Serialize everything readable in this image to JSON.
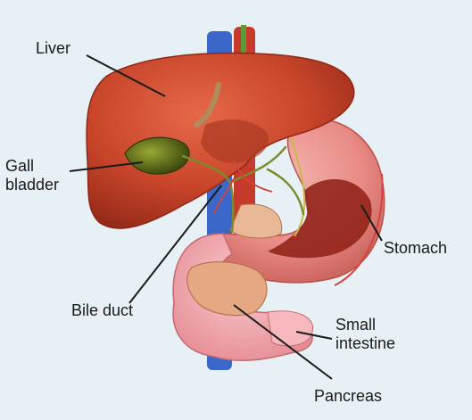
{
  "labels": {
    "liver": "Liver",
    "gall_bladder": [
      "Gall",
      "bladder"
    ],
    "bile_duct": "Bile duct",
    "stomach": "Stomach",
    "small_intestine": [
      "Small",
      "intestine"
    ],
    "pancreas": "Pancreas"
  },
  "colors": {
    "background": "#e6f0f5",
    "liver": "#c8452a",
    "liver_dark": "#9e2f1e",
    "gall_bladder": "#6b7a1e",
    "stomach": "#e98b86",
    "stomach_inner": "#8e1f14",
    "intestine": "#f0a1a6",
    "pancreas": "#e5a883",
    "aorta": "#c63a2c",
    "vena_cava": "#3a67c9",
    "bile_duct": "#7d8a2a",
    "leader_line": "#1a1a1a"
  }
}
